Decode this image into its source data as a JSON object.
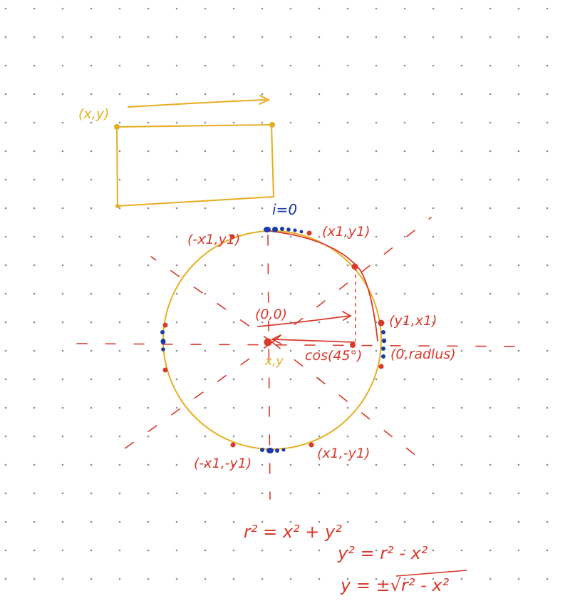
{
  "colors": {
    "background": "#ffffff",
    "grid_dot": "#8a8a8a",
    "yellow_ink": "#e6ad1e",
    "red_ink": "#d9392b",
    "blue_ink": "#1b3aa8"
  },
  "labels": {
    "rect_origin": "(x,y)",
    "index": "i=0",
    "top_left_point": "(-x1,y1)",
    "top_right_point": "(x1,y1)",
    "center_origin": "(0,0)",
    "right_upper_point": "(y1,x1)",
    "center_xy": "x,y",
    "cos_label": "cos(45°)",
    "radius_point": "(0,radius)",
    "bottom_left_point": "(-x1,-y1)",
    "bottom_right_point": "(x1,-y1)"
  },
  "equations": {
    "eq1": "r² = x² + y²",
    "eq2": "y² = r² - x²",
    "eq3": "y = ±√r² - x²"
  }
}
